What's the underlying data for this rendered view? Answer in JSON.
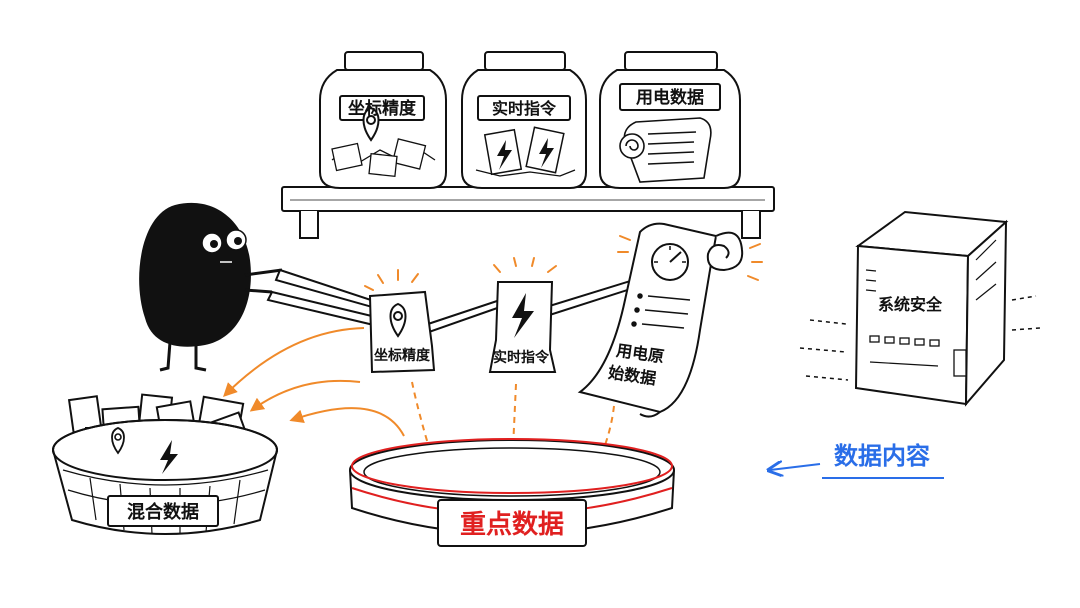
{
  "jars": [
    {
      "label": "坐标精度",
      "icon": "location-pin-icon"
    },
    {
      "label": "实时指令",
      "icon": "lightning-bolt-icon"
    },
    {
      "label": "用电数据",
      "icon": "paper-scroll-icon"
    }
  ],
  "cards": [
    {
      "label": "坐标精度",
      "icon": "location-pin-icon"
    },
    {
      "label": "实时指令",
      "icon": "lightning-bolt-icon"
    }
  ],
  "scroll_label": {
    "line1": "用电原",
    "line2": "始数据"
  },
  "basket_label": "混合数据",
  "tray_label": "重点数据",
  "server_label": "系统安全",
  "data_content_label": "数据内容",
  "colors": {
    "ink": "#111111",
    "accent_orange": "#f08a2a",
    "accent_red": "#e02020",
    "accent_blue": "#2a6ee8"
  }
}
